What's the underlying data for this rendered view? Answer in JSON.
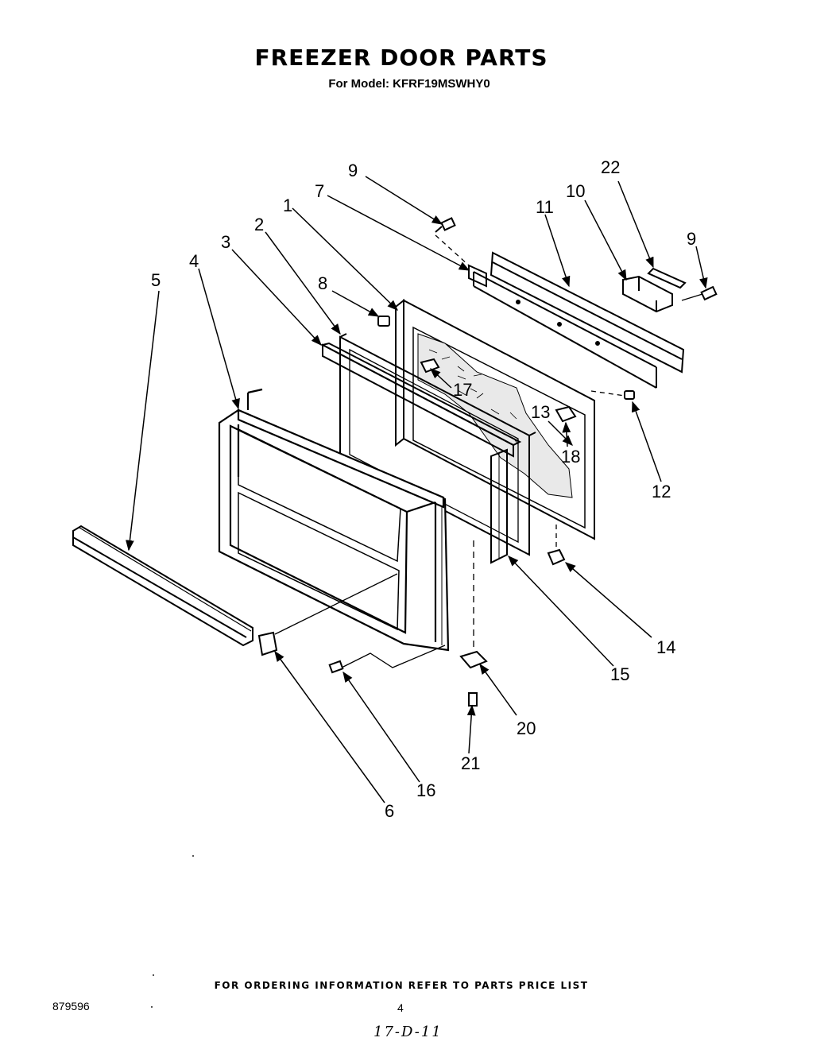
{
  "header": {
    "title": "FREEZER DOOR PARTS",
    "subtitle": "For Model: KFRF19MSWHY0"
  },
  "callouts": {
    "c1": "1",
    "c2": "2",
    "c3": "3",
    "c4": "4",
    "c5": "5",
    "c6": "6",
    "c7": "7",
    "c8": "8",
    "c9a": "9",
    "c9b": "9",
    "c10": "10",
    "c11": "11",
    "c12": "12",
    "c13": "13",
    "c14": "14",
    "c15": "15",
    "c16": "16",
    "c17": "17",
    "c18": "18",
    "c20": "20",
    "c21": "21",
    "c22": "22"
  },
  "footer": {
    "ordering_note": "FOR ORDERING INFORMATION REFER TO PARTS PRICE LIST",
    "document_number": "879596",
    "page_number": "4",
    "handwritten_code": "17-D-11"
  }
}
